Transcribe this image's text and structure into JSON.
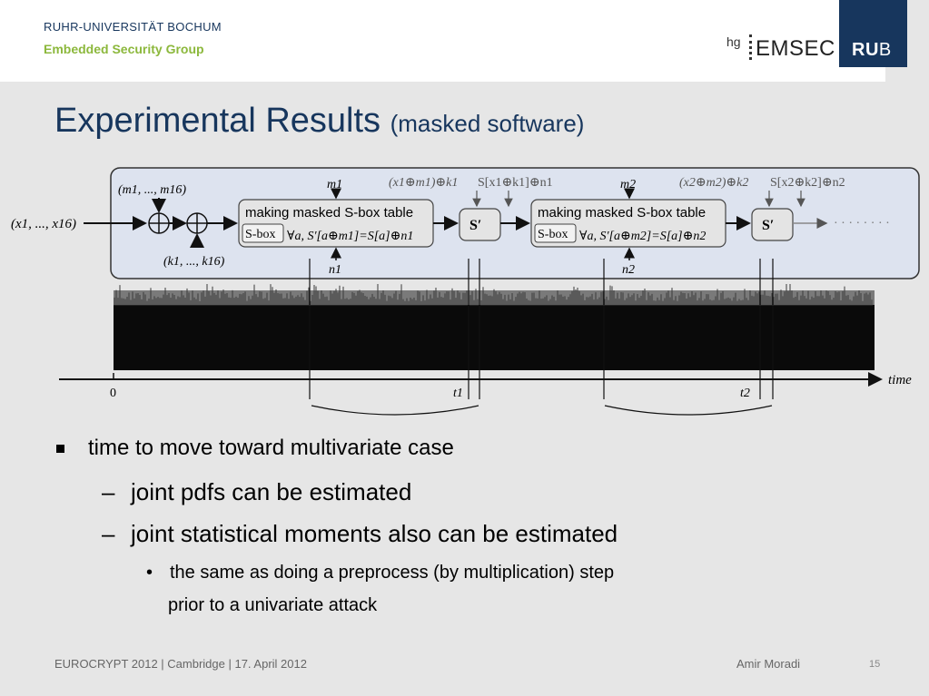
{
  "header": {
    "university": "RUHR-UNIVERSITÄT BOCHUM",
    "group": "Embedded Security Group",
    "logo_hg": "hg",
    "logo_emsec": "EMSEC",
    "logo_ru": "RU",
    "logo_b": "B"
  },
  "slide": {
    "title": "Experimental Results",
    "title_sub": "(masked software)"
  },
  "diagram": {
    "input": "(x1, ..., x16)",
    "mask_in": "(m1, ..., m16)",
    "key_in": "(k1, ..., k16)",
    "table_label": "making masked S-box table",
    "sbox": "S-box",
    "sprime": "S′",
    "round1": {
      "m": "m1",
      "n": "n1",
      "masked_input": "(x1⊕m1)⊕k1",
      "output": "S[x1⊕k1]⊕n1",
      "eq": "∀a, S′[a⊕m1]=S[a]⊕n1"
    },
    "round2": {
      "m": "m2",
      "n": "n2",
      "masked_input": "(x2⊕m2)⊕k2",
      "output": "S[x2⊕k2]⊕n2",
      "eq": "∀a, S′[a⊕m2]=S[a]⊕n2"
    },
    "axis_zero": "0",
    "axis_t1": "t1",
    "axis_t2": "t2",
    "axis_time": "time",
    "dots": "· · · · · · · ·"
  },
  "bullets": [
    "time to move toward multivariate case",
    "joint pdfs can be estimated",
    "joint statistical moments also can be estimated",
    "the same as doing a preprocess (by multiplication) step",
    "prior to a univariate attack"
  ],
  "bullet_marks": {
    "dash": "–",
    "dot": "•"
  },
  "footer": {
    "event": "EUROCRYPT 2012 | Cambridge | 17. April 2012",
    "author": "Amir Moradi",
    "page": "15"
  },
  "colors": {
    "title": "#17365d",
    "group": "#8cb83c",
    "background": "#e6e6e6",
    "diagram_box": "#dde3ef"
  }
}
